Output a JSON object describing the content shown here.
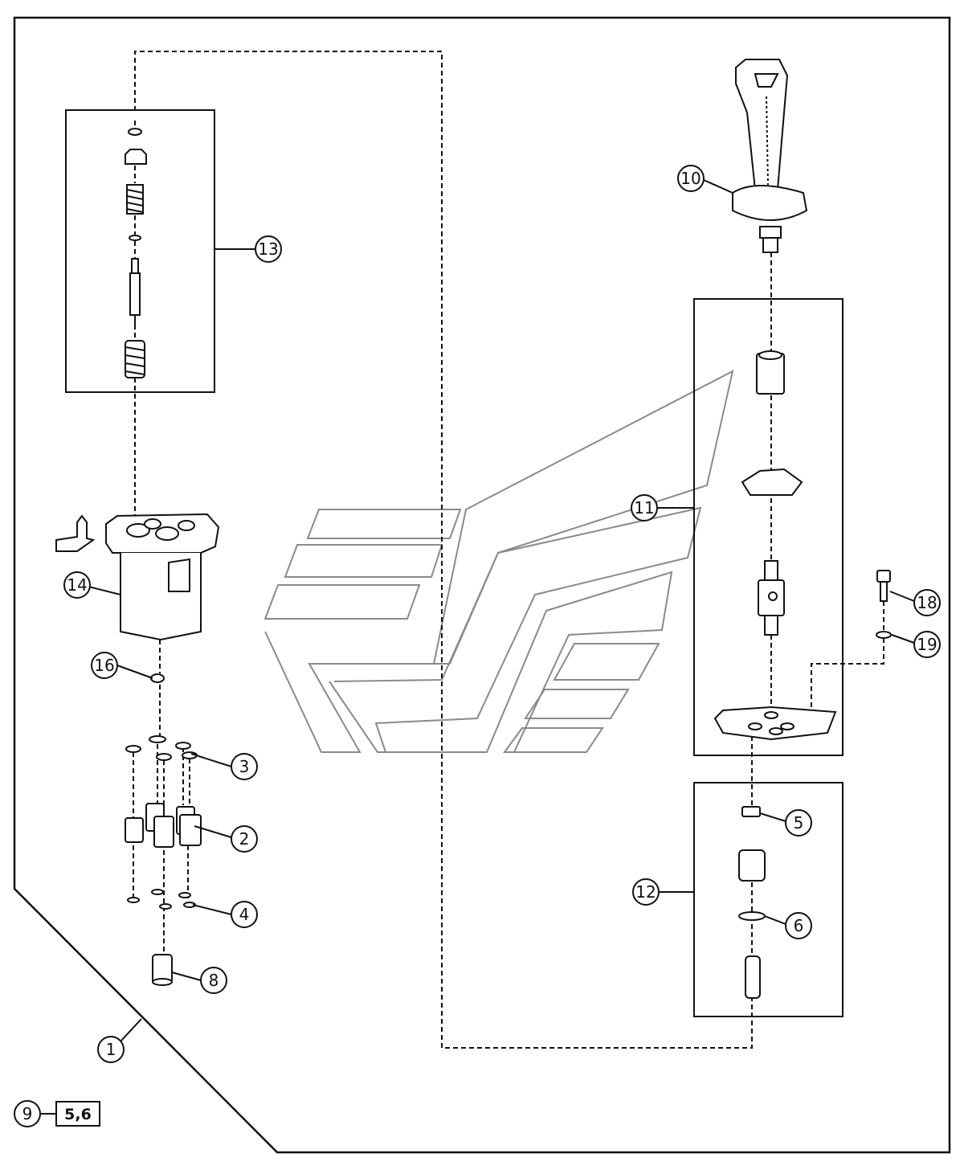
{
  "callouts": {
    "c1": "1",
    "c2": "2",
    "c3": "3",
    "c4": "4",
    "c5": "5",
    "c6": "6",
    "c8": "8",
    "c9": "9",
    "c10": "10",
    "c11": "11",
    "c12": "12",
    "c13": "13",
    "c14": "14",
    "c16": "16",
    "c18": "18",
    "c19": "19"
  },
  "kit_box": "5,6",
  "colors": {
    "line": "#111111",
    "watermark": "#888888",
    "fill": "#ffffff"
  }
}
